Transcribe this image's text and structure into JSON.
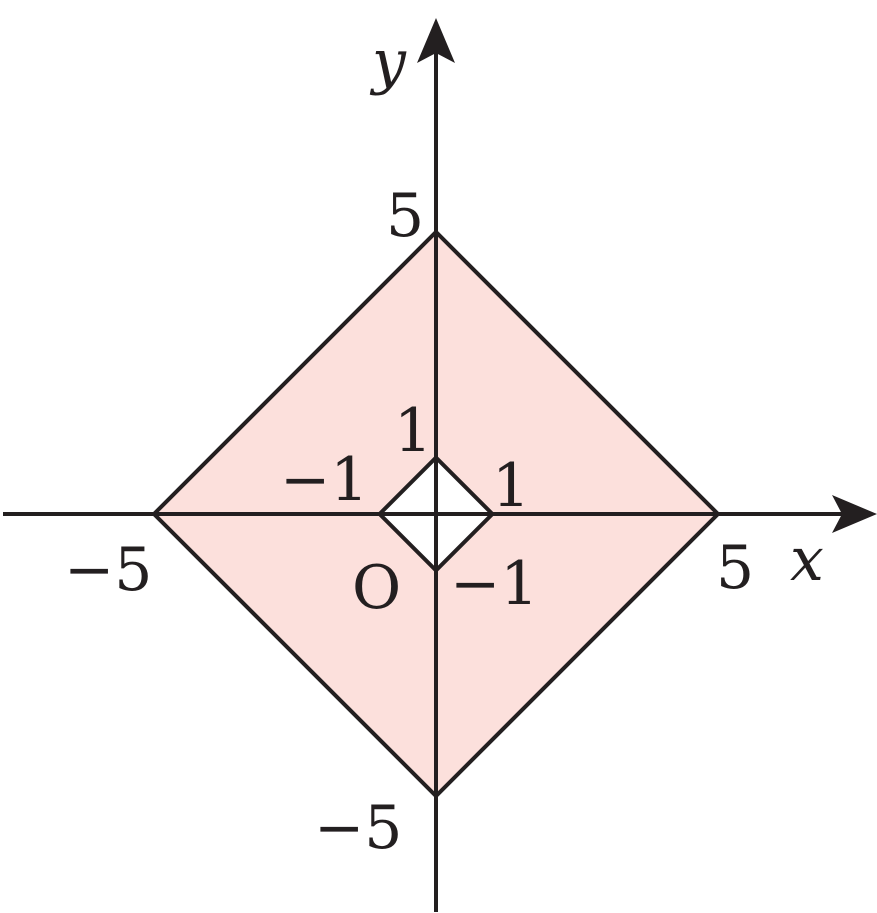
{
  "diagram": {
    "axes": {
      "x_label": "x",
      "y_label": "y",
      "origin_label": "O"
    },
    "outer_region": {
      "vertices": [
        [
          5,
          0
        ],
        [
          0,
          5
        ],
        [
          -5,
          0
        ],
        [
          0,
          -5
        ]
      ],
      "fill_color": "#fce0dc"
    },
    "inner_region": {
      "vertices": [
        [
          1,
          0
        ],
        [
          0,
          1
        ],
        [
          -1,
          0
        ],
        [
          0,
          -1
        ]
      ],
      "fill_color": "#ffffff"
    },
    "tick_labels": {
      "x_pos5": "5",
      "x_neg5": "−5",
      "y_pos5": "5",
      "y_neg5": "−5",
      "x_pos1": "1",
      "x_neg1": "−1",
      "y_pos1": "1",
      "y_neg1": "−1"
    },
    "line_color": "#231f20"
  }
}
